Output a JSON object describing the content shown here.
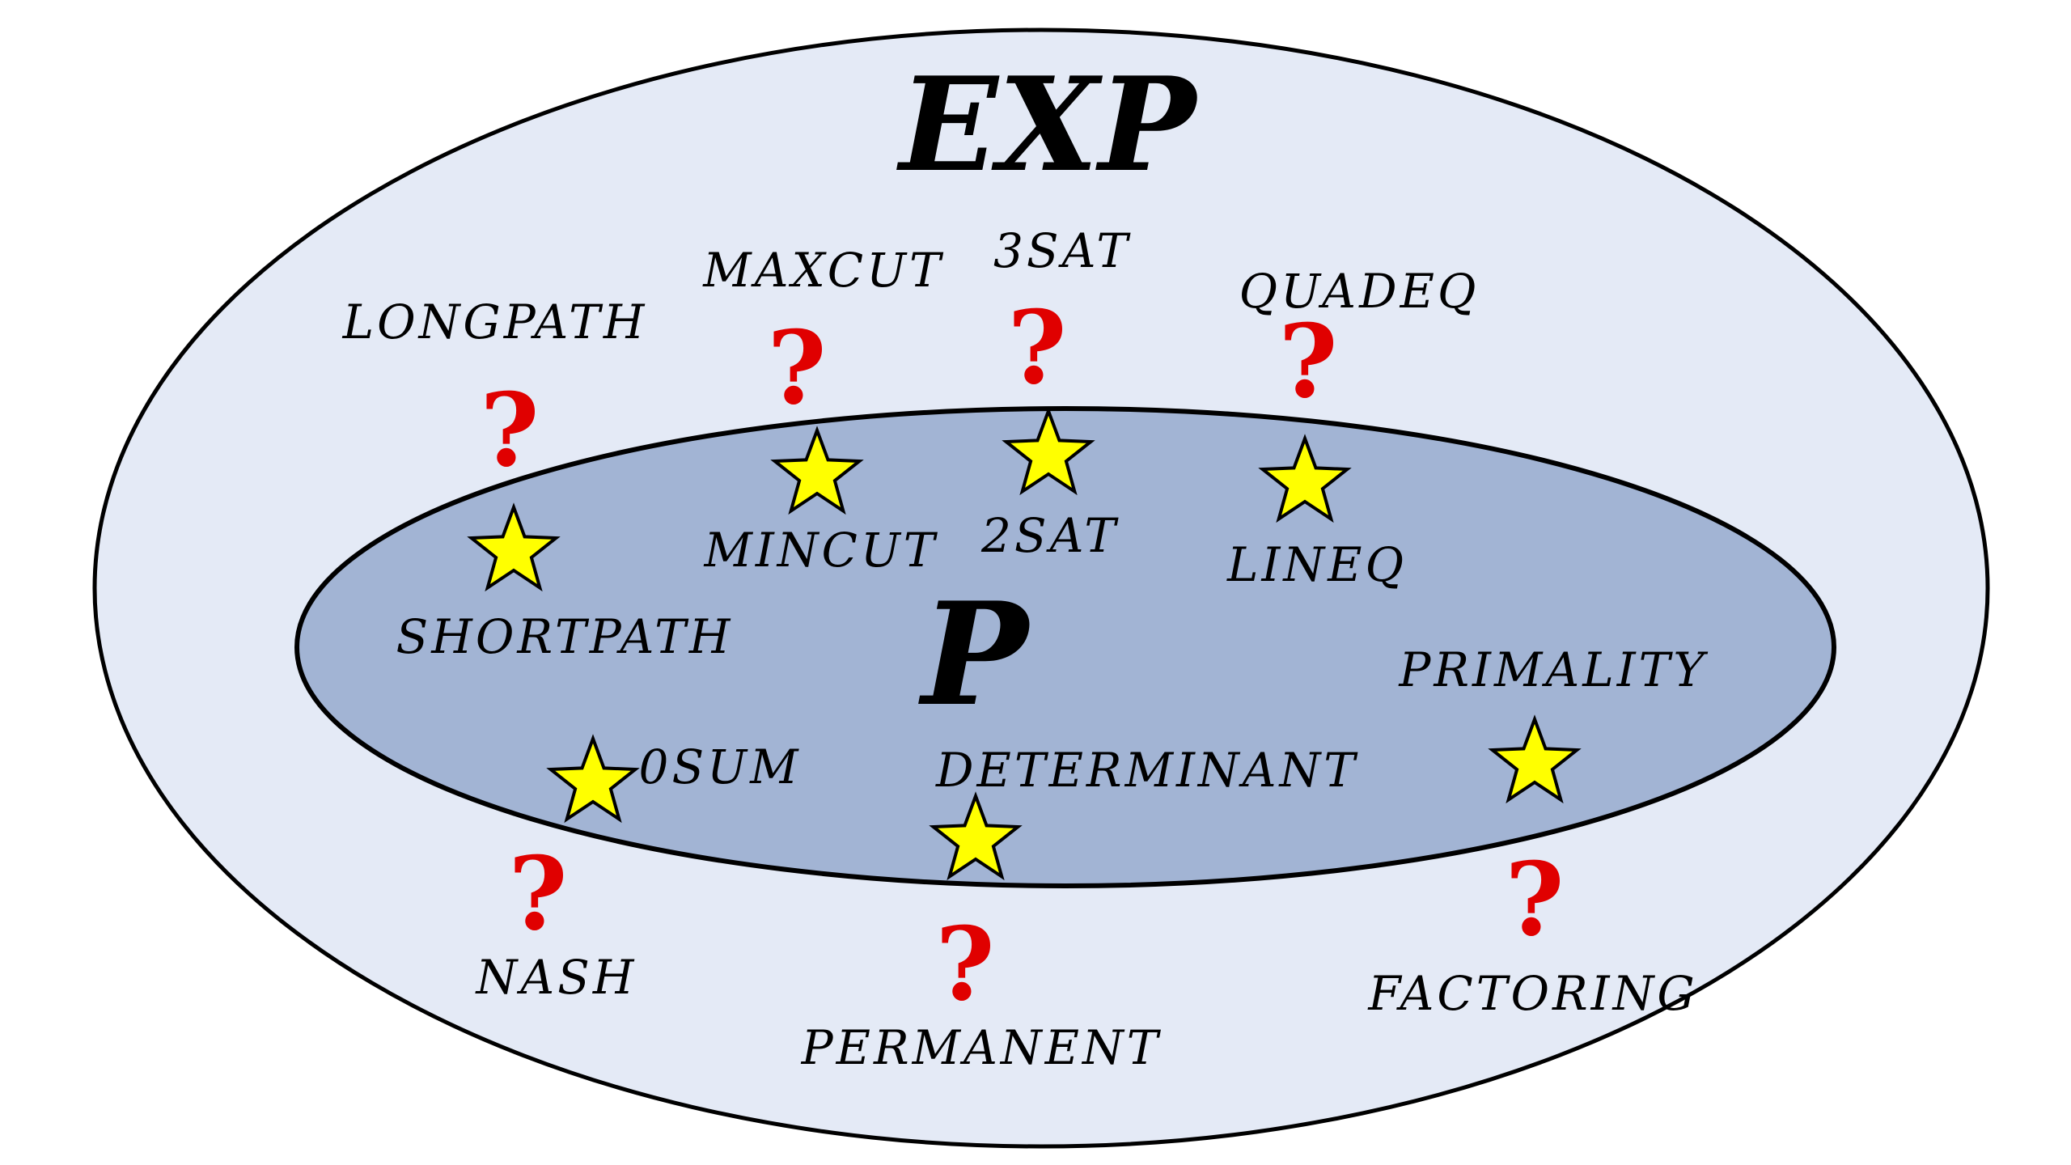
{
  "sets": {
    "outer": {
      "label": "EXP",
      "fill": "#e4eaf6",
      "stroke": "#000000"
    },
    "inner": {
      "label": "P",
      "fill": "#a2b4d4",
      "stroke": "#000000"
    }
  },
  "marker_colors": {
    "star_fill": "#ffff00",
    "star_stroke": "#000000",
    "question_mark": "#e00000"
  },
  "p_problems": [
    {
      "id": "shortpath",
      "label": "SHORTPATH",
      "icon": "star-icon"
    },
    {
      "id": "mincut",
      "label": "MINCUT",
      "icon": "star-icon"
    },
    {
      "id": "2sat",
      "label": "2SAT",
      "icon": "star-icon"
    },
    {
      "id": "lineq",
      "label": "LINEQ",
      "icon": "star-icon"
    },
    {
      "id": "0sum",
      "label": "0SUM",
      "icon": "star-icon"
    },
    {
      "id": "determinant",
      "label": "DETERMINANT",
      "icon": "star-icon"
    },
    {
      "id": "primality",
      "label": "PRIMALITY",
      "icon": "star-icon"
    }
  ],
  "open_problems": [
    {
      "id": "longpath",
      "label": "LONGPATH",
      "icon": "question-mark-icon",
      "mark": "?"
    },
    {
      "id": "maxcut",
      "label": "MAXCUT",
      "icon": "question-mark-icon",
      "mark": "?"
    },
    {
      "id": "3sat",
      "label": "3SAT",
      "icon": "question-mark-icon",
      "mark": "?"
    },
    {
      "id": "quadeq",
      "label": "QUADEQ",
      "icon": "question-mark-icon",
      "mark": "?"
    },
    {
      "id": "nash",
      "label": "NASH",
      "icon": "question-mark-icon",
      "mark": "?"
    },
    {
      "id": "permanent",
      "label": "PERMANENT",
      "icon": "question-mark-icon",
      "mark": "?"
    },
    {
      "id": "factoring",
      "label": "FACTORING",
      "icon": "question-mark-icon",
      "mark": "?"
    }
  ]
}
